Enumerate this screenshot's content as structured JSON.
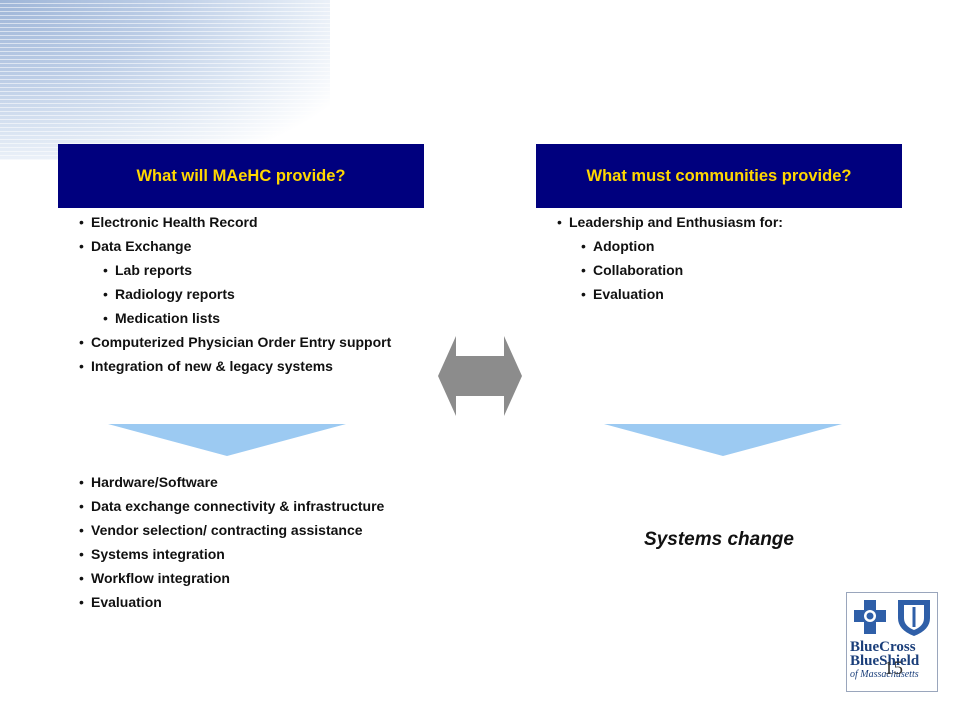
{
  "headers": {
    "left": "What will MAeHC provide?",
    "right": "What must communities provide?"
  },
  "left_top_items": [
    "Electronic Health Record",
    "Data Exchange",
    "Lab reports",
    "Radiology reports",
    "Medication lists",
    "Computerized Physician Order Entry support",
    "Integration of new & legacy systems"
  ],
  "right_top_items": [
    "Leadership and Enthusiasm for:",
    "Adoption",
    "Collaboration",
    "Evaluation"
  ],
  "left_bottom_items": [
    "Hardware/Software",
    "Data exchange connectivity & infrastructure",
    "Vendor selection/ contracting assistance",
    "Systems integration",
    "Workflow integration",
    "Evaluation"
  ],
  "outcome_right": "Systems change",
  "logo": {
    "line1": "BlueCross",
    "line2": "BlueShield",
    "line3": "of Massachusetts"
  },
  "page_number": "15",
  "colors": {
    "header_bg": "#00007e",
    "header_text": "#ffd700",
    "triangle": "#9ccaf2",
    "arrow": "#8c8c8c"
  }
}
